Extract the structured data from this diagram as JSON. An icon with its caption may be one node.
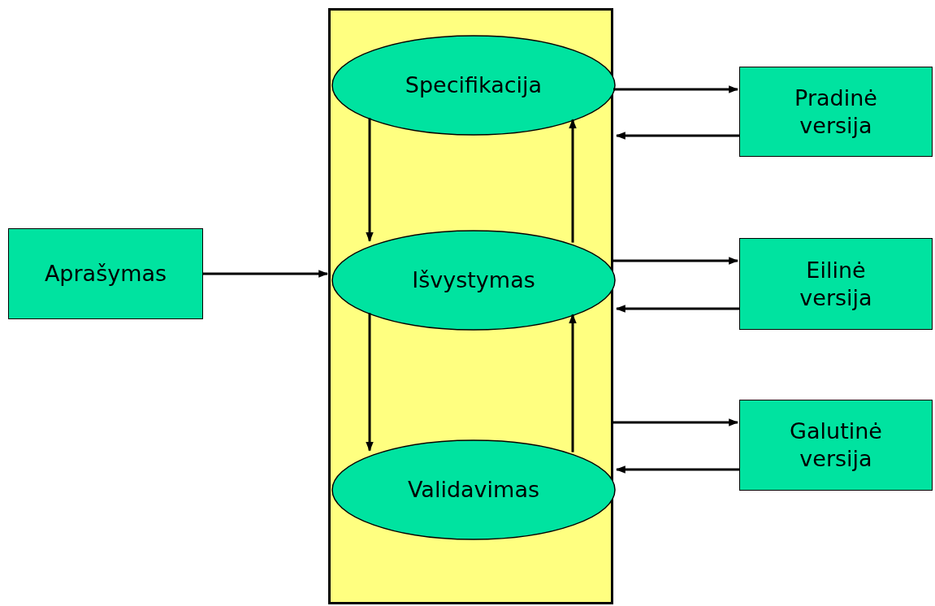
{
  "diagram": {
    "nodes": [
      {
        "text": [],
        "shape": "box"
      },
      {
        "text": [
          "Specifikacija"
        ],
        "in": 0
      },
      {
        "text": [
          "Išvystymas"
        ],
        "in": 0
      },
      {
        "text": [
          "Validavimas"
        ],
        "in": 0
      },
      {
        "text": [
          "Aprašymas"
        ]
      },
      {
        "text": [
          "Pradinė versija"
        ]
      },
      {
        "text": [
          "Eilinė versija"
        ]
      },
      {
        "text": [
          "Galutinė versija"
        ]
      }
    ],
    "edges": [
      {
        "from": 4,
        "to": 2,
        "arrow": "to"
      },
      {
        "from": 1,
        "to": 2,
        "arrow": "to"
      },
      {
        "from": 2,
        "to": 1,
        "arrow": "to"
      },
      {
        "from": 2,
        "to": 3,
        "arrow": "to"
      },
      {
        "from": 3,
        "to": 2,
        "arrow": "to"
      },
      {
        "from": 1,
        "to": 5,
        "arrow": "to"
      },
      {
        "from": 5,
        "to": 1,
        "arrow": "to"
      },
      {
        "from": 2,
        "to": 6,
        "arrow": "to"
      },
      {
        "from": 6,
        "to": 2,
        "arrow": "to"
      },
      {
        "from": 3,
        "to": 7,
        "arrow": "to"
      },
      {
        "from": 7,
        "to": 3,
        "arrow": "to"
      }
    ]
  }
}
